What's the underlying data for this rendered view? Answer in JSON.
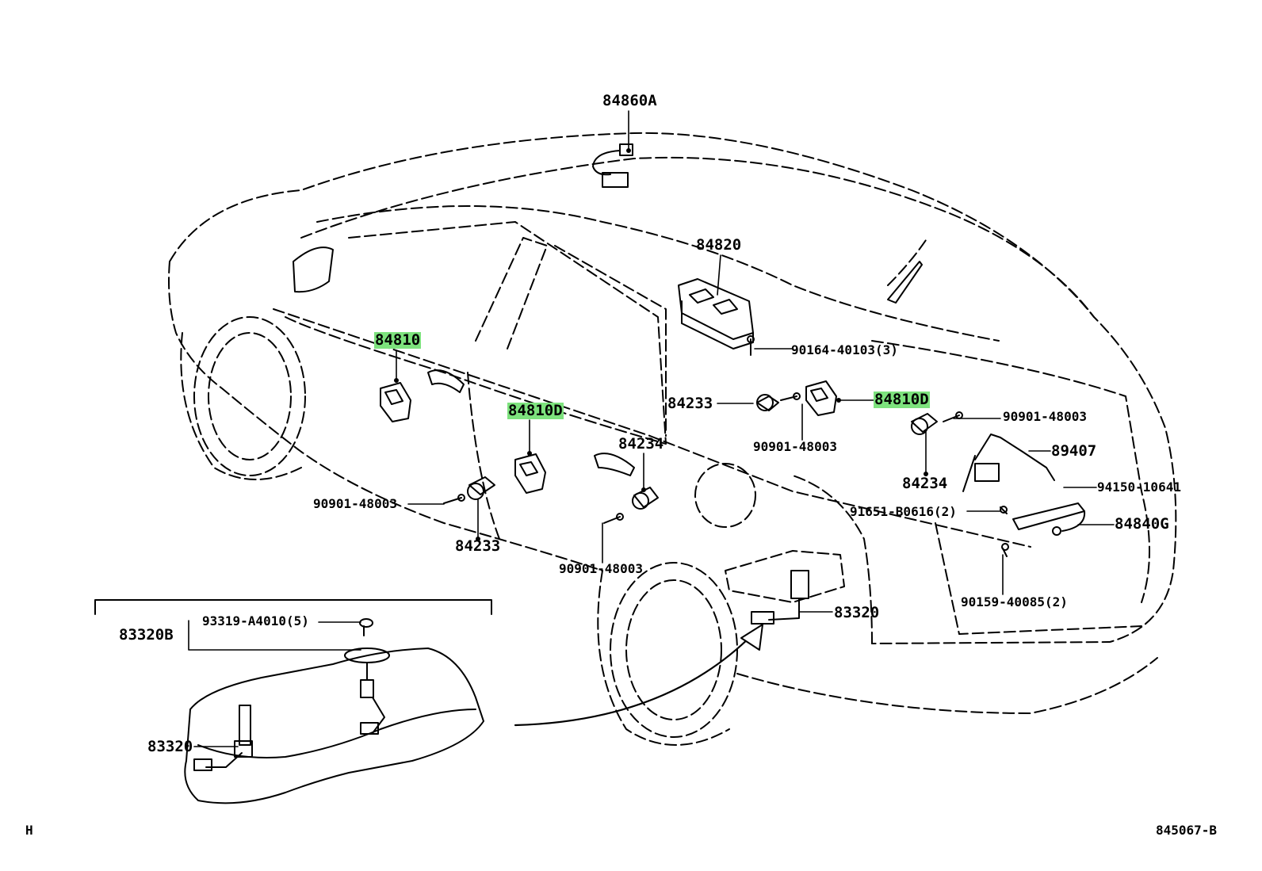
{
  "colors": {
    "highlight": "#7de27d",
    "ink": "#000000",
    "background": "#ffffff"
  },
  "labels": {
    "p84860A": "84860A",
    "p84820": "84820",
    "p90164": "90164-40103(3)",
    "p84810_left": "84810",
    "p84810D_mid": "84810D",
    "p84810D_right": "84810D",
    "p84233_right": "84233",
    "p90901_r_top": "90901-48003",
    "p90901_r_mid": "90901-48003",
    "p84234_mid": "84234",
    "p84234_right": "84234",
    "p89407": "89407",
    "p94150": "94150-10641",
    "p91651": "91651-B0616(2)",
    "p84840G": "84840G",
    "p90159": "90159-40085(2)",
    "p90901_left": "90901-48003",
    "p84233_left": "84233",
    "p90901_bottom": "90901-48003",
    "p83320_right": "83320",
    "p93319": "93319-A4010(5)",
    "p83320B": "83320B",
    "p83320_inset": "83320",
    "corner_left": "H",
    "corner_right": "845067-B"
  }
}
